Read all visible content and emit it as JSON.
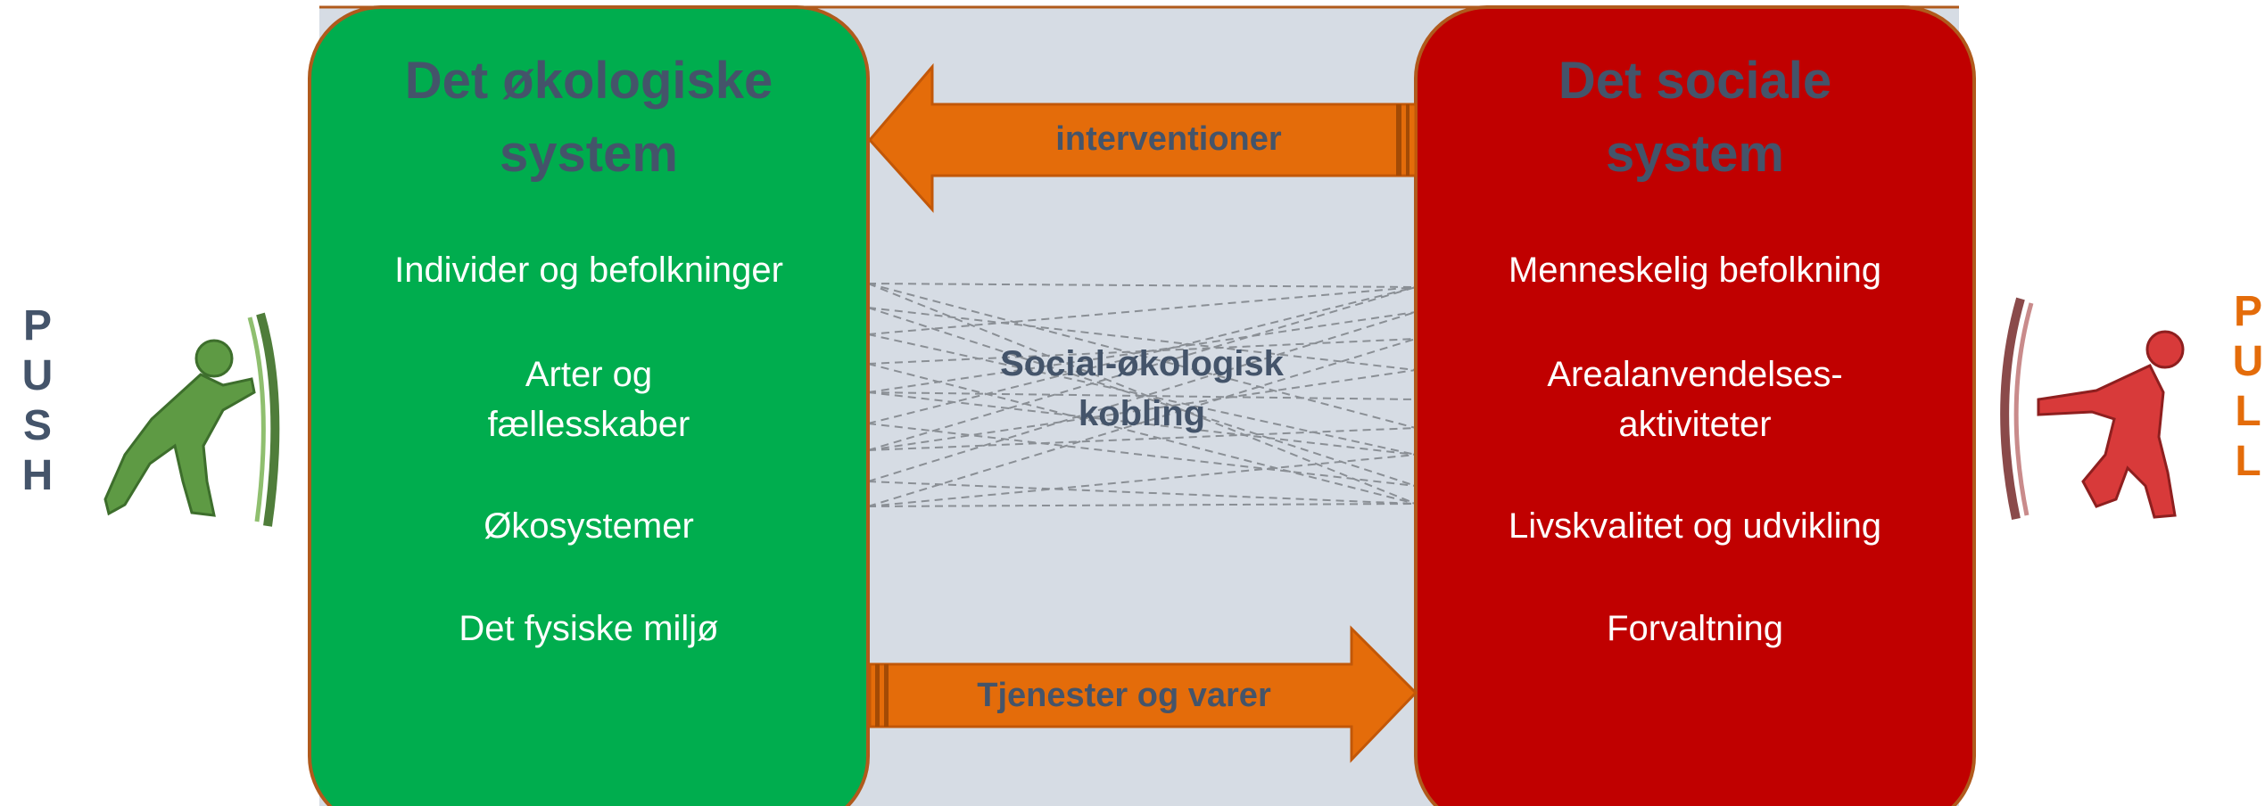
{
  "left_system": {
    "title_line1": "Det økologiske",
    "title_line2": "system",
    "items": [
      {
        "line1": "Individer og befolkninger",
        "line2": ""
      },
      {
        "line1": "Arter og",
        "line2": "fællesskaber"
      },
      {
        "line1": "Økosystemer",
        "line2": ""
      },
      {
        "line1": "Det fysiske miljø",
        "line2": ""
      }
    ],
    "fill_color": "#00ad4e",
    "title_color": "#44546a"
  },
  "right_system": {
    "title_line1": "Det sociale",
    "title_line2": "system",
    "items": [
      {
        "line1": "Menneskelig befolkning",
        "line2": ""
      },
      {
        "line1": "Arealanvendelses-",
        "line2": "aktiviteter"
      },
      {
        "line1": "Livskvalitet og udvikling",
        "line2": ""
      },
      {
        "line1": "Forvaltning",
        "line2": ""
      }
    ],
    "fill_color": "#c00000",
    "title_color": "#44546a"
  },
  "top_arrow": {
    "label": "interventioner",
    "direction": "left",
    "color": "#e46c0a"
  },
  "bottom_arrow": {
    "label": "Tjenester og varer",
    "direction": "right",
    "color": "#e46c0a"
  },
  "coupling": {
    "line1": "Social-økologisk",
    "line2": "kobling"
  },
  "push": {
    "letters": [
      "P",
      "U",
      "S",
      "H"
    ],
    "color": "#44546a",
    "icon": "push-figure-icon"
  },
  "pull": {
    "letters": [
      "P",
      "U",
      "L",
      "L"
    ],
    "color": "#e46c0a",
    "icon": "pull-figure-icon"
  },
  "colors": {
    "background_panel": "#d6dce4",
    "panel_border": "#b05a1c",
    "push_figure": "#5e9a44",
    "pull_figure": "#d83a3a",
    "coupling_lines": "#8a8f95"
  }
}
